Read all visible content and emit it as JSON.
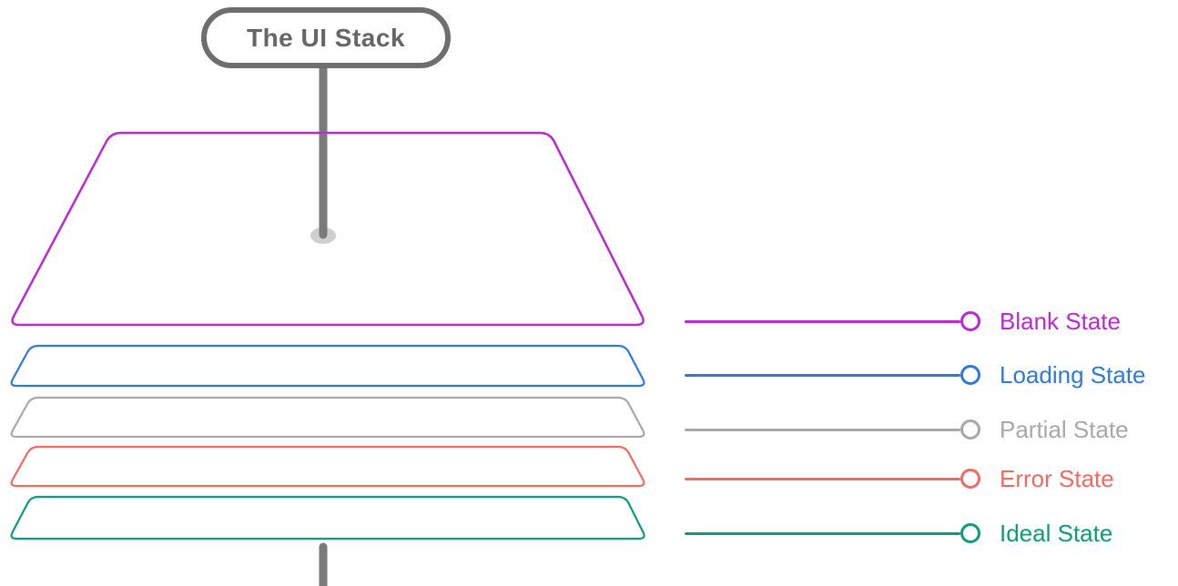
{
  "title_pill": {
    "label": "The UI Stack",
    "border_color": "#6e6e6e",
    "text_color": "#666666"
  },
  "connector": {
    "color": "#7a7a7a",
    "dot_color": "#cfcfcf"
  },
  "layers": [
    {
      "name": "Blank State",
      "color": "#ba29d1"
    },
    {
      "name": "Loading State",
      "color": "#2f79d8"
    },
    {
      "name": "Partial State",
      "color": "#a8a8a8"
    },
    {
      "name": "Error State",
      "color": "#f16a60"
    },
    {
      "name": "Ideal State",
      "color": "#0c9c78"
    }
  ]
}
